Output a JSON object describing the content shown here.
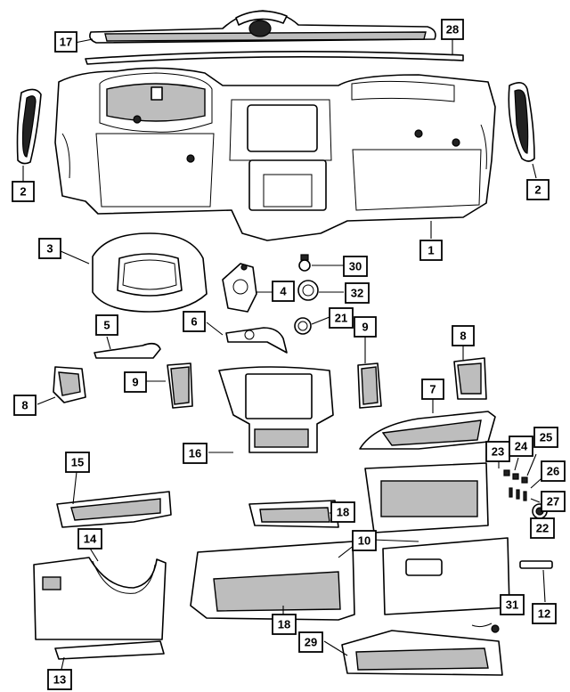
{
  "callouts": [
    {
      "id": "c17",
      "label": "17"
    },
    {
      "id": "c28",
      "label": "28"
    },
    {
      "id": "c2l",
      "label": "2"
    },
    {
      "id": "c2r",
      "label": "2"
    },
    {
      "id": "c1",
      "label": "1"
    },
    {
      "id": "c3",
      "label": "3"
    },
    {
      "id": "c30",
      "label": "30"
    },
    {
      "id": "c4",
      "label": "4"
    },
    {
      "id": "c32",
      "label": "32"
    },
    {
      "id": "c5",
      "label": "5"
    },
    {
      "id": "c6",
      "label": "6"
    },
    {
      "id": "c21",
      "label": "21"
    },
    {
      "id": "c9r",
      "label": "9"
    },
    {
      "id": "c8r",
      "label": "8"
    },
    {
      "id": "c9l",
      "label": "9"
    },
    {
      "id": "c8l",
      "label": "8"
    },
    {
      "id": "c7",
      "label": "7"
    },
    {
      "id": "c16",
      "label": "16"
    },
    {
      "id": "c23",
      "label": "23"
    },
    {
      "id": "c24",
      "label": "24"
    },
    {
      "id": "c25",
      "label": "25"
    },
    {
      "id": "c26",
      "label": "26"
    },
    {
      "id": "c27",
      "label": "27"
    },
    {
      "id": "c22",
      "label": "22"
    },
    {
      "id": "c15",
      "label": "15"
    },
    {
      "id": "c14",
      "label": "14"
    },
    {
      "id": "c18a",
      "label": "18"
    },
    {
      "id": "c10",
      "label": "10"
    },
    {
      "id": "c18b",
      "label": "18"
    },
    {
      "id": "c31",
      "label": "31"
    },
    {
      "id": "c12",
      "label": "12"
    },
    {
      "id": "c29",
      "label": "29"
    },
    {
      "id": "c13",
      "label": "13"
    }
  ]
}
